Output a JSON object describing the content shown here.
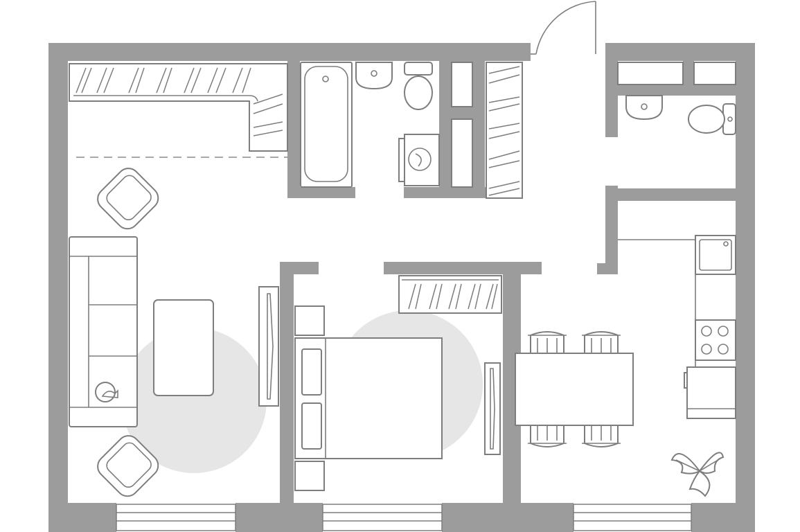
{
  "plan": {
    "colors": {
      "wall": "#9c9c9c",
      "line": "#7d7d7d",
      "rug": "#e6e6e6",
      "background": "#ffffff"
    },
    "rooms": [
      "living-room",
      "bedroom",
      "kitchen-dining",
      "bathroom",
      "wc",
      "entrance-hall"
    ],
    "furniture": [
      "corner-wardrobe",
      "sofa",
      "coffee-table",
      "armchair",
      "armchair",
      "tv-stand",
      "double-bed",
      "nightstand",
      "nightstand",
      "bedroom-wardrobe",
      "dining-table",
      "chair",
      "chair",
      "chair",
      "chair",
      "kitchen-counter",
      "sink",
      "cooktop",
      "oven",
      "bathtub",
      "washbasin",
      "toilet",
      "washing-machine",
      "hall-wardrobe",
      "shelf",
      "houseplant",
      "cat"
    ],
    "icons": [
      "door-swing-icon",
      "cat-icon",
      "plant-icon"
    ]
  }
}
